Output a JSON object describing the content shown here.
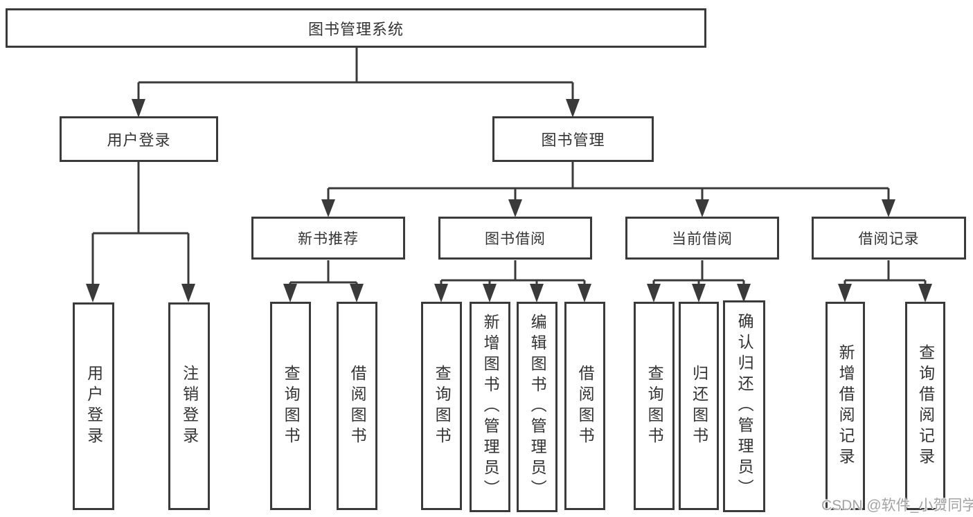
{
  "diagram": {
    "root": "图书管理系统",
    "level2": {
      "user_login": "用户登录",
      "book_management": "图书管理"
    },
    "level3": {
      "new_book_recommend": "新书推荐",
      "book_borrow": "图书借阅",
      "current_borrow": "当前借阅",
      "borrow_records": "借阅记录"
    },
    "leaves": {
      "user_login_children": {
        "login": "用户登录",
        "logout": "注销登录"
      },
      "new_book_recommend_children": {
        "query_books": "查询图书",
        "borrow_books": "借阅图书"
      },
      "book_borrow_children": {
        "query_books": "查询图书",
        "add_books": "新增图书（管理员）",
        "edit_books": "编辑图书（管理员）",
        "borrow_books": "借阅图书"
      },
      "current_borrow_children": {
        "query_books": "查询图书",
        "return_books": "归还图书",
        "confirm_return": "确认归还（管理员）"
      },
      "borrow_records_children": {
        "add_record": "新增借阅记录",
        "query_record": "查询借阅记录"
      }
    }
  },
  "watermark": "CSDN @软件_小贺同学",
  "colors": {
    "line": "#3a3a3a",
    "text": "#333333",
    "watermark": "#a3a3a3",
    "background": "#ffffff"
  }
}
